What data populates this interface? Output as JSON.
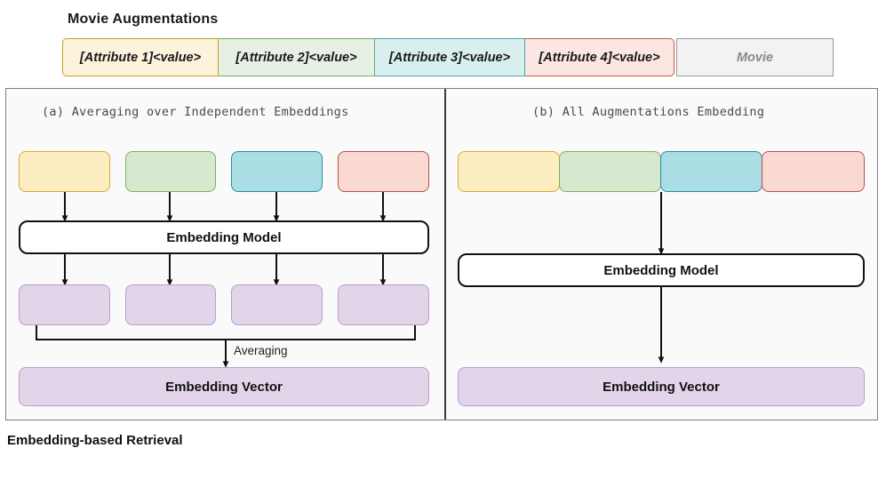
{
  "header": {
    "title": "Movie  Augmentations"
  },
  "augmentation_strip": {
    "cells": [
      {
        "label": "[Attribute 1]<value>",
        "fill": "#fdf3dc",
        "border": "#c9a227"
      },
      {
        "label": "[Attribute 2]<value>",
        "fill": "#e6f0e4",
        "border": "#7aa86a"
      },
      {
        "label": "[Attribute 3]<value>",
        "fill": "#d9efef",
        "border": "#4fa3ae"
      },
      {
        "label": "[Attribute 4]<value>",
        "fill": "#fbe6e2",
        "border": "#bd5a4b"
      }
    ],
    "movie_cell": {
      "label": "Movie",
      "fill": "#f2f2f2",
      "border": "#999999",
      "text_color": "#8a8a8a"
    }
  },
  "panel_a": {
    "title": "(a) Averaging over Independent Embeddings",
    "attribute_boxes": [
      {
        "name": "attribute-1-box",
        "fill": "#fdeec2",
        "border": "#d9ab35"
      },
      {
        "name": "attribute-2-box",
        "fill": "#d6e8cd",
        "border": "#7fae63"
      },
      {
        "name": "attribute-3-box",
        "fill": "#abdde4",
        "border": "#2a8b9e"
      },
      {
        "name": "attribute-4-box",
        "fill": "#f9d9d2",
        "border": "#b5534a"
      }
    ],
    "embedding_model_label": "Embedding Model",
    "embedding_slots_count": 4,
    "embedding_slot_fill": "#e2d5ea",
    "merge_label": "Averaging",
    "embedding_vector_label": "Embedding Vector"
  },
  "panel_b": {
    "title": "(b) All Augmentations Embedding",
    "attribute_boxes": [
      {
        "name": "attribute-1-box",
        "fill": "#fdeec2",
        "border": "#d9ab35"
      },
      {
        "name": "attribute-2-box",
        "fill": "#d6e8cd",
        "border": "#7fae63"
      },
      {
        "name": "attribute-3-box",
        "fill": "#abdde4",
        "border": "#2a8b9e"
      },
      {
        "name": "attribute-4-box",
        "fill": "#f9d9d2",
        "border": "#b5534a"
      }
    ],
    "embedding_model_label": "Embedding Model",
    "embedding_vector_label": "Embedding Vector"
  },
  "footer": {
    "caption": "Embedding-based Retrieval"
  }
}
